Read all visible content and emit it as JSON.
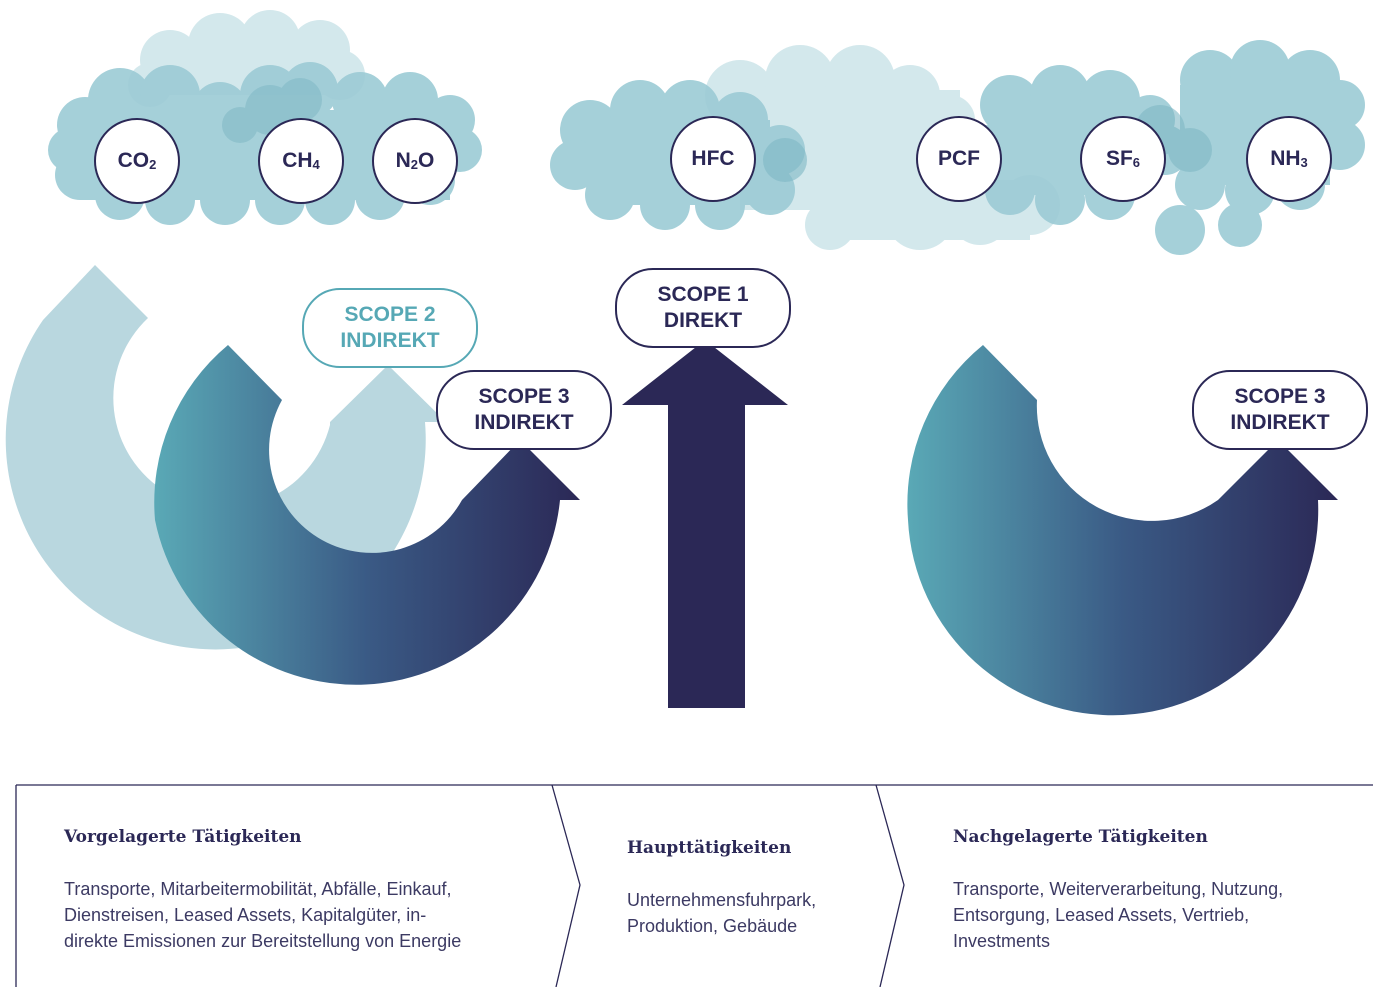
{
  "gases": [
    {
      "base": "CO",
      "sub": "2",
      "suffix": ""
    },
    {
      "base": "CH",
      "sub": "4",
      "suffix": ""
    },
    {
      "base": "N",
      "sub": "2",
      "suffix": "O"
    },
    {
      "base": "HFC",
      "sub": "",
      "suffix": ""
    },
    {
      "base": "PCF",
      "sub": "",
      "suffix": ""
    },
    {
      "base": "SF",
      "sub": "6",
      "suffix": ""
    },
    {
      "base": "NH",
      "sub": "3",
      "suffix": ""
    }
  ],
  "scopes": {
    "scope2": {
      "line1": "SCOPE 2",
      "line2": "INDIREKT"
    },
    "scope1": {
      "line1": "SCOPE 1",
      "line2": "DIREKT"
    },
    "scope3_left": {
      "line1": "SCOPE 3",
      "line2": "INDIREKT"
    },
    "scope3_right": {
      "line1": "SCOPE 3",
      "line2": "INDIREKT"
    }
  },
  "panels": {
    "upstream": {
      "title": "Vorgelagerte Tätigkeiten",
      "lines": [
        "Transporte, Mitarbeitermobilität, Abfälle, Einkauf,",
        "Dienstreisen, Leased Assets, Kapitalgüter, in-",
        "direkte Emissionen zur Bereitstellung von Energie"
      ]
    },
    "main": {
      "title": "Haupttätigkeiten",
      "lines": [
        "Unternehmensfuhrpark,",
        "Produktion, Gebäude"
      ]
    },
    "downstream": {
      "title": "Nachgelagerte Tätigkeiten",
      "lines": [
        "Transporte, Weiterverarbeitung, Nutzung,",
        "Entsorgung, Leased Assets, Vertrieb,",
        "Investments"
      ]
    }
  },
  "colors": {
    "navy": "#2b2856",
    "teal": "#5aaab8",
    "light_blue": "#b9d7df",
    "cloud": "#9ccbd5",
    "cloud_light": "#d3e8ec"
  }
}
